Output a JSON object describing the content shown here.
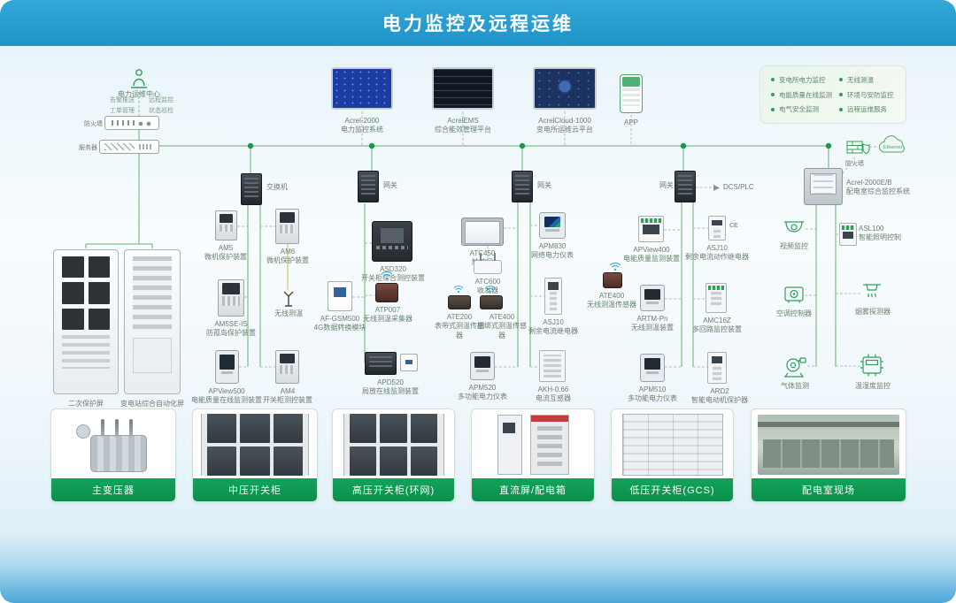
{
  "title": "电力监控及远程运维",
  "ops": {
    "center": "电力运维中心",
    "notes": [
      "告警推送",
      "工单管理",
      "远程监控",
      "状态巡检"
    ],
    "firewall": "防火墙",
    "server": "服务器",
    "racks": [
      "二次保护屏",
      "变电站综合自动化屏"
    ]
  },
  "screens": [
    {
      "model": "Acrel-2000",
      "name": "电力监控系统"
    },
    {
      "model": "AcrelEMS",
      "name": "综合能效管理平台"
    },
    {
      "model": "AcrelCloud-1000",
      "name": "变电所运维云平台"
    },
    {
      "model": "APP",
      "name": ""
    }
  ],
  "legend": [
    "变电所电力监控",
    "无线测温",
    "电能质量在线监测",
    "环境与安防监控",
    "电气安全监测",
    "远程运维服务"
  ],
  "net": {
    "switch": "交换机",
    "gateway": "网关",
    "dcs": "DCS/PLC",
    "firewall": "防火墙",
    "cloud": "Ethernet",
    "ce": "CE"
  },
  "devices": {
    "am5": {
      "model": "AM5",
      "name": "微机保护装置"
    },
    "am6": {
      "model": "AM6",
      "name": "微机保护装置"
    },
    "am5se": {
      "model": "AM5SE-IS",
      "name": "防孤岛保护装置"
    },
    "wtemp": {
      "name": "无线测温"
    },
    "apview500": {
      "model": "APView500",
      "name": "电能质量在线监测装置"
    },
    "am4": {
      "model": "AM4",
      "name": "开关柜测控装置"
    },
    "asd320": {
      "model": "ASD320",
      "name": "开关柜综合测控装置"
    },
    "afgsm": {
      "model": "AF-GSM500",
      "name": "4G数据转换模块"
    },
    "atp007": {
      "model": "ATP007",
      "name": "无线测温采集器"
    },
    "apd520": {
      "model": "APD520",
      "name": "局放在线监测装置"
    },
    "hmi": {
      "model": "ATC450",
      "name": "触控屏"
    },
    "atc600": {
      "model": "ATC600",
      "name": "收发器"
    },
    "ate200": {
      "model": "ATE200",
      "name": "表带式测温传感器"
    },
    "ate400": {
      "model": "ATE400",
      "name": "捆绑式测温传感器"
    },
    "apm520": {
      "model": "APM520",
      "name": "多功能电力仪表"
    },
    "apm830": {
      "model": "APM830",
      "name": "网络电力仪表"
    },
    "asj10a": {
      "model": "ASJ10",
      "name": "剩余电流继电器"
    },
    "akh": {
      "model": "AKH-0.66",
      "name": "电流互感器"
    },
    "apview400": {
      "model": "APView400",
      "name": "电能质量监测装置"
    },
    "asj10b": {
      "model": "ASJ10",
      "name": "剩余电流动作继电器"
    },
    "artm": {
      "model": "ARTM-Pn",
      "name": "无线测温装置"
    },
    "amc16z": {
      "model": "AMC16Z",
      "name": "多回路监控装置"
    },
    "apm510": {
      "model": "APM510",
      "name": "多功能电力仪表"
    },
    "ard2": {
      "model": "ARD2",
      "name": "智能电动机保护器"
    },
    "ate400b": {
      "model": "ATE400",
      "name": "无线测温传感器"
    },
    "host": {
      "model": "Acrel-2000E/B",
      "name": "配电室综合监控系统"
    },
    "camera": {
      "name": "视频监控"
    },
    "asl100": {
      "model": "ASL100",
      "name": "智能照明控制"
    },
    "ac": {
      "name": "空调控制器"
    },
    "smoke": {
      "name": "烟雾探测器"
    },
    "gas": {
      "name": "气体监测"
    },
    "humid": {
      "name": "温湿度监控"
    }
  },
  "cards": [
    "主变压器",
    "中压开关柜",
    "高压开关柜(环网)",
    "直流屏/配电箱",
    "低压开关柜(GCS)",
    "配电室现场"
  ]
}
